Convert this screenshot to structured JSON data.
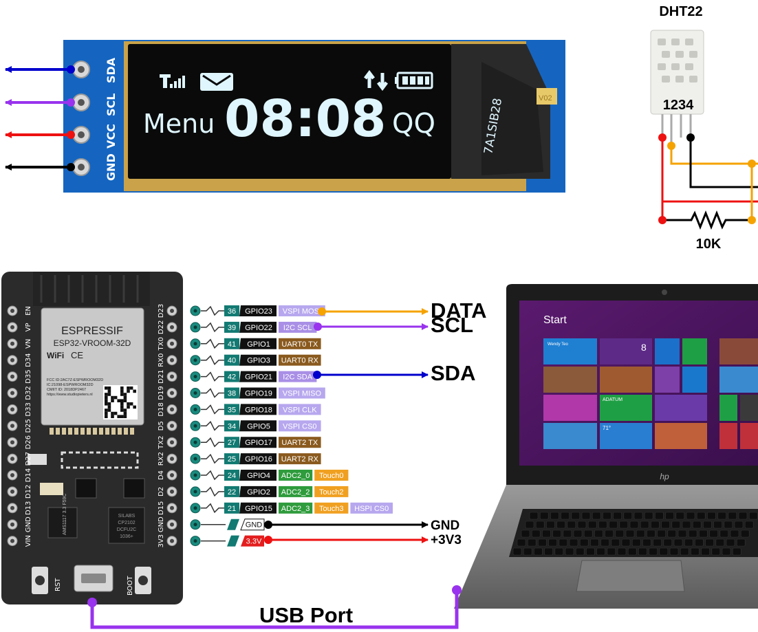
{
  "oled": {
    "pins": [
      "SDA",
      "SCL",
      "VCC",
      "GND"
    ],
    "menu": "Menu",
    "time": "08:08",
    "right_text": "QQ",
    "ribbon_text": "7A1SIB28",
    "corner_mark": "V02"
  },
  "dht": {
    "title": "DHT22",
    "pin_numbers": "1234",
    "resistor": "10K"
  },
  "esp": {
    "brand": "ESPRESSIF",
    "model": "ESP32-VROOM-32D",
    "fcc_lines": [
      "FCC ID:2AC7Z-ESPWROOM32D",
      "IC:21098-ESPWROOM32D",
      "CMIIT ID: 2018DP2467",
      "https://www.studiopieters.nl"
    ],
    "left_pins": [
      "EN",
      "VP",
      "VN",
      "D34",
      "D35",
      "D32",
      "D33",
      "D25",
      "D26",
      "D27",
      "D14",
      "D12",
      "D13",
      "GND",
      "VIN"
    ],
    "right_pins": [
      "D23",
      "D22",
      "TX0",
      "RX0",
      "D21",
      "D19",
      "D18",
      "D5",
      "TX2",
      "RX2",
      "D4",
      "D2",
      "D15",
      "GND",
      "3V3"
    ],
    "btn_left": "RST",
    "btn_right": "BOOT",
    "reg_text": "AMS1117 3.3 F59C",
    "chip_text": [
      "SILABS",
      "CP2102",
      "DCFU2C",
      "1036+"
    ]
  },
  "pin_rows": [
    {
      "num": "36",
      "gpio": "GPIO23",
      "funcs": [
        {
          "t": "VSPI MOSI",
          "c": "#b7a7ee"
        }
      ]
    },
    {
      "num": "39",
      "gpio": "GPIO22",
      "funcs": [
        {
          "t": "I2C SCL",
          "c": "#a98fe6"
        }
      ]
    },
    {
      "num": "41",
      "gpio": "GPIO1",
      "funcs": [
        {
          "t": "UART0 TX",
          "c": "#8a5a1e"
        }
      ]
    },
    {
      "num": "40",
      "gpio": "GPIO3",
      "funcs": [
        {
          "t": "UART0 RX",
          "c": "#8a5a1e"
        }
      ]
    },
    {
      "num": "42",
      "gpio": "GPIO21",
      "funcs": [
        {
          "t": "I2C SDA",
          "c": "#a98fe6"
        }
      ]
    },
    {
      "num": "38",
      "gpio": "GPIO19",
      "funcs": [
        {
          "t": "VSPI MISO",
          "c": "#b7a7ee"
        }
      ]
    },
    {
      "num": "35",
      "gpio": "GPIO18",
      "funcs": [
        {
          "t": "VSPI CLK",
          "c": "#b7a7ee"
        }
      ]
    },
    {
      "num": "34",
      "gpio": "GPIO5",
      "funcs": [
        {
          "t": "VSPI CS0",
          "c": "#b7a7ee"
        }
      ]
    },
    {
      "num": "27",
      "gpio": "GPIO17",
      "funcs": [
        {
          "t": "UART2 TX",
          "c": "#8a5a1e"
        }
      ]
    },
    {
      "num": "25",
      "gpio": "GPIO16",
      "funcs": [
        {
          "t": "UART2 RX",
          "c": "#8a5a1e"
        }
      ]
    },
    {
      "num": "24",
      "gpio": "GPIO4",
      "funcs": [
        {
          "t": "ADC2_0",
          "c": "#2e9b3c"
        },
        {
          "t": "Touch0",
          "c": "#f0a020"
        }
      ]
    },
    {
      "num": "22",
      "gpio": "GPIO2",
      "funcs": [
        {
          "t": "ADC2_2",
          "c": "#2e9b3c"
        },
        {
          "t": "Touch2",
          "c": "#f0a020"
        }
      ]
    },
    {
      "num": "21",
      "gpio": "GPIO15",
      "funcs": [
        {
          "t": "ADC2_3",
          "c": "#2e9b3c"
        },
        {
          "t": "Touch3",
          "c": "#f0a020"
        },
        {
          "t": "HSPI CS0",
          "c": "#b7a7ee"
        }
      ]
    },
    {
      "num": "",
      "gpio": "GND",
      "funcs": []
    },
    {
      "num": "",
      "gpio": "3.3V",
      "funcs": []
    }
  ],
  "signals": {
    "data": "DATA",
    "scl": "SCL",
    "sda": "SDA",
    "gnd": "GND",
    "v33": "+3V3"
  },
  "usb_label": "USB Port",
  "laptop": {
    "start": "Start",
    "user": "Wendy Teo",
    "tile_user": "Wendy Teo",
    "tile_date": "8",
    "tile_adatum": "ADATUM",
    "tile_temp": "71°",
    "brand": "hp"
  },
  "colors": {
    "sda": "#0000cc",
    "scl": "#9933ee",
    "vcc": "#ee1111",
    "gnd": "#000000",
    "data": "#f5a300",
    "usb": "#9933ee",
    "pcb_blue": "#1565c0",
    "teal": "#127a72"
  }
}
